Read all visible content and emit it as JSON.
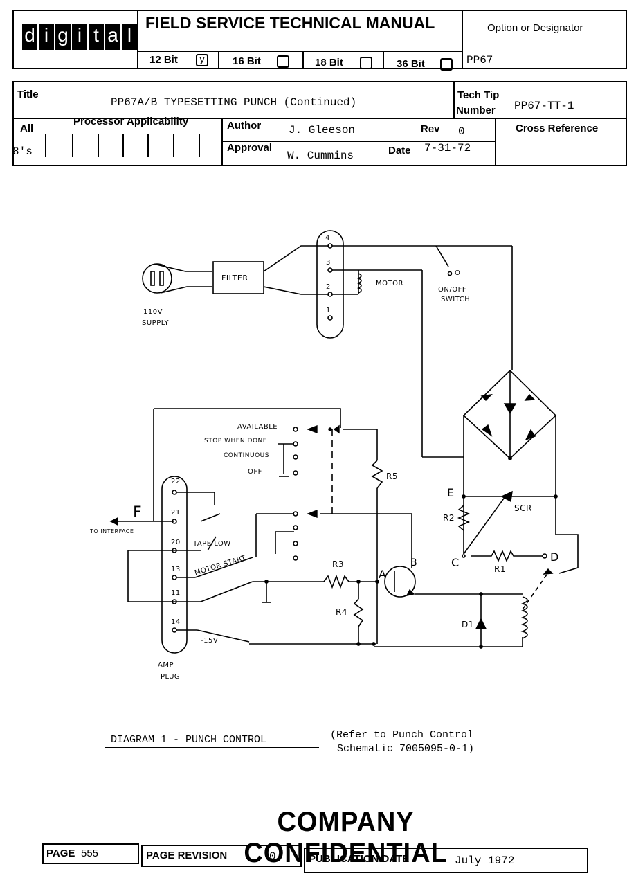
{
  "header": {
    "logo_letters": [
      "d",
      "i",
      "g",
      "i",
      "t",
      "a",
      "l"
    ],
    "manual_title": "FIELD SERVICE TECHNICAL MANUAL",
    "option_label": "Option or Designator",
    "option_value": "PP67",
    "bits": [
      {
        "label": "12 Bit",
        "mark": "y"
      },
      {
        "label": "16 Bit",
        "mark": ""
      },
      {
        "label": "18 Bit",
        "mark": ""
      },
      {
        "label": "36 Bit",
        "mark": ""
      }
    ]
  },
  "info": {
    "title_label": "Title",
    "title_value": "PP67A/B TYPESETTING PUNCH (Continued)",
    "techtip_label_1": "Tech Tip",
    "techtip_label_2": "Number",
    "techtip_value": "PP67-TT-1",
    "processor_label": "Processor Applicability",
    "all_label": "All",
    "all_value": "8's",
    "author_label": "Author",
    "author_value": "J. Gleeson",
    "rev_label": "Rev",
    "rev_value": "0",
    "approval_label": "Approval",
    "approval_value": "W. Cummins",
    "date_label": "Date",
    "date_value": "7-31-72",
    "crossref_label": "Cross Reference"
  },
  "diagram": {
    "supply": [
      "110V",
      "SUPPLY"
    ],
    "filter": "FILTER",
    "terminals_top": [
      "4",
      "3",
      "2",
      "1"
    ],
    "motor": "MOTOR",
    "switch_o": "O",
    "switch_label": [
      "ON/OFF",
      "SWITCH"
    ],
    "available": "AVAILABLE",
    "stop_when_done": "STOP WHEN DONE",
    "continuous": "CONTINUOUS",
    "off": "OFF",
    "r5": "R5",
    "pins": [
      "22",
      "21",
      "20",
      "13",
      "11",
      "14"
    ],
    "f_label": "F",
    "to_interface": "TO INTERFACE",
    "tape_low": "TAPE LOW",
    "motor_start": "MOTOR START",
    "r3": "R3",
    "r4": "R4",
    "a_label": "A",
    "b_label": "B",
    "minus15": "-15V",
    "amp_plug": [
      "AMP",
      "PLUG"
    ],
    "e_label": "E",
    "r2": "R2",
    "scr": "SCR",
    "c_label": "C",
    "r1": "R1",
    "d_label": "D",
    "d1": "D1",
    "caption": "DIAGRAM 1 - PUNCH CONTROL",
    "reference": [
      "(Refer to Punch Control",
      "Schematic 7005095-0-1)"
    ]
  },
  "stamp": "COMPANY CONFIDENTIAL",
  "footer": {
    "page_label": "PAGE",
    "page_value": "555",
    "rev_label": "PAGE REVISION",
    "rev_value": "0",
    "pub_label": "PUBLICATION DATE",
    "pub_value": "July 1972"
  }
}
